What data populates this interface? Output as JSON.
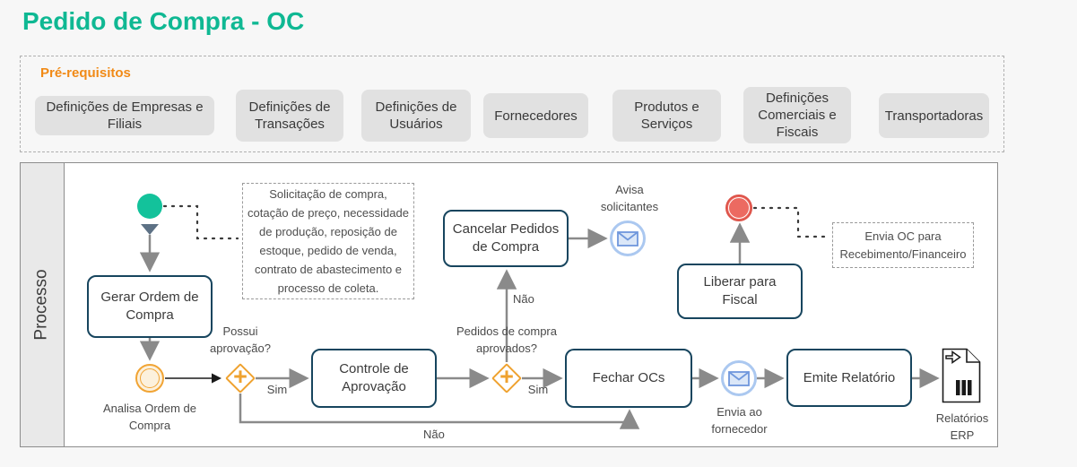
{
  "title": "Pedido de Compra - OC",
  "prerequisites": {
    "label": "Pré-requisitos",
    "items": [
      {
        "label": "Definições de Empresas e Filiais"
      },
      {
        "label": "Definições de Transações"
      },
      {
        "label": "Definições de Usuários"
      },
      {
        "label": "Fornecedores"
      },
      {
        "label": "Produtos e Serviços"
      },
      {
        "label": "Definições Comerciais e Fiscais"
      },
      {
        "label": "Transportadoras"
      }
    ]
  },
  "process": {
    "lane_label": "Processo",
    "tasks": {
      "gerar": "Gerar Ordem de Compra",
      "controle": "Controle de Aprovação",
      "cancelar": "Cancelar Pedidos de Compra",
      "fechar": "Fechar OCs",
      "liberar": "Liberar para Fiscal",
      "emite": "Emite Relatório"
    },
    "event_labels": {
      "analisa": "Analisa Ordem de Compra",
      "avisa": "Avisa solicitantes",
      "envia_fornecedor": "Envia ao fornecedor",
      "relatorios_erp": "Relatórios ERP"
    },
    "gateway_labels": {
      "possui_aprovacao": "Possui aprovação?",
      "pedidos_aprovados": "Pedidos de compra aprovados?"
    },
    "edge_labels": {
      "sim1": "Sim",
      "sim2": "Sim",
      "nao_up": "Não",
      "nao_bottom": "Não"
    },
    "annotations": {
      "start_note": "Solicitação de compra, cotação de preço, necessidade de produção, reposição de estoque, pedido de venda, contrato de abastecimento e processo de coleta.",
      "end_note": "Envia OC para Recebimento/Financeiro"
    }
  },
  "colors": {
    "title": "#0fb893",
    "prerequisites_label": "#f18a16",
    "prereq_box_fill": "#e1e1e1",
    "task_border": "#17455e",
    "gateway": "#efa22f",
    "start_event": "#13c29b",
    "end_event": "#ec6a61",
    "message_event_ring": "#abc8f0",
    "message_event_stroke": "#6f97dc",
    "arrow": "#8a8a8a",
    "lane_fill": "#e9e9e9"
  }
}
